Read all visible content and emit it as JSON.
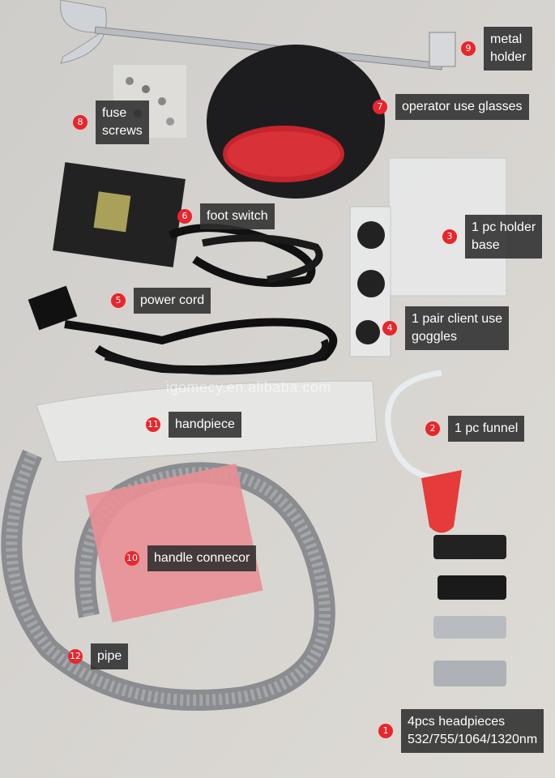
{
  "watermark": "igomecy.en.alibaba.com",
  "colors": {
    "badge": "#e8262c",
    "label_bg": "#2d2d2d",
    "background": "#d8d5d0"
  },
  "callouts": [
    {
      "num": "1",
      "lines": [
        "4pcs headpieces",
        "532/755/1064/1320nm"
      ]
    },
    {
      "num": "2",
      "lines": [
        "1 pc funnel"
      ]
    },
    {
      "num": "3",
      "lines": [
        "1 pc holder",
        "base"
      ]
    },
    {
      "num": "4",
      "lines": [
        "1 pair client use",
        "goggles"
      ]
    },
    {
      "num": "5",
      "lines": [
        "power cord"
      ]
    },
    {
      "num": "6",
      "lines": [
        "foot switch"
      ]
    },
    {
      "num": "7",
      "lines": [
        "operator use glasses"
      ]
    },
    {
      "num": "8",
      "lines": [
        "fuse",
        "screws"
      ]
    },
    {
      "num": "9",
      "lines": [
        "metal",
        "holder"
      ]
    },
    {
      "num": "10",
      "lines": [
        "handle connecor"
      ]
    },
    {
      "num": "11",
      "lines": [
        "handpiece"
      ]
    },
    {
      "num": "12",
      "lines": [
        "pipe"
      ]
    }
  ]
}
